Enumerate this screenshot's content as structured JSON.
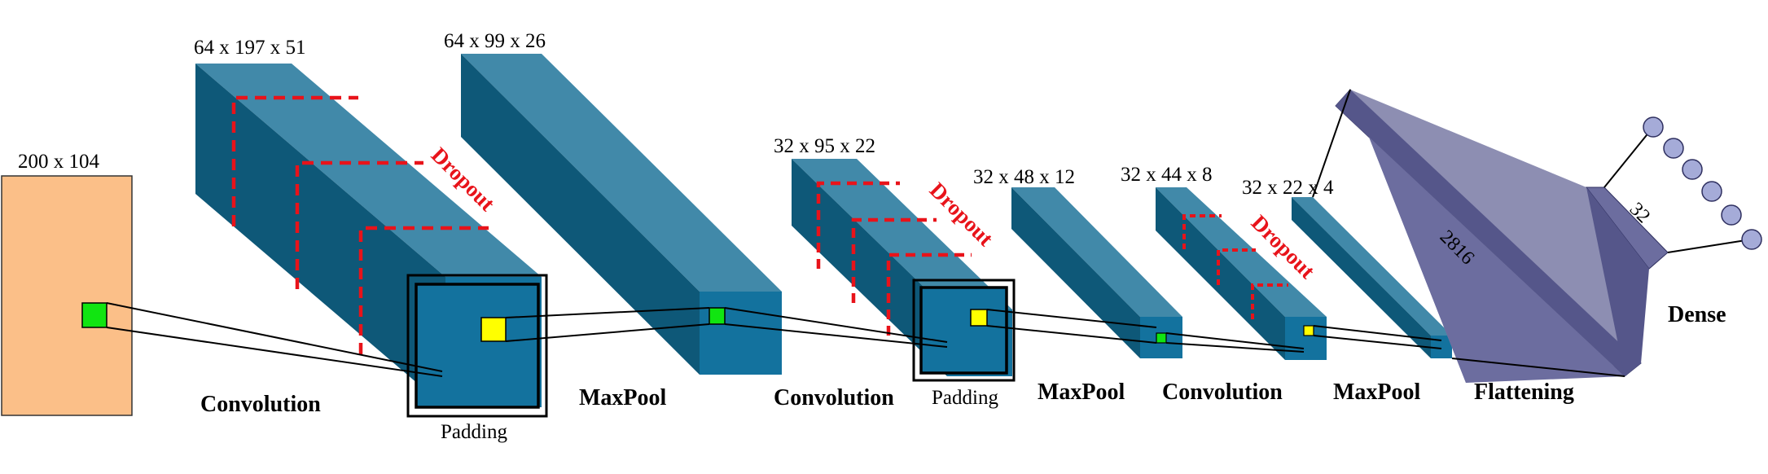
{
  "input": {
    "dims": "200 x 104"
  },
  "conv1": {
    "dims": "64 x 197 x 51",
    "label": "Convolution",
    "padding": "Padding",
    "dropout": "Dropout"
  },
  "pool1": {
    "dims": "64 x 99 x 26",
    "label": "MaxPool"
  },
  "conv2": {
    "dims": "32 x 95 x 22",
    "label": "Convolution",
    "padding": "Padding",
    "dropout": "Dropout"
  },
  "pool2": {
    "dims": "32 x 48 x 12",
    "label": "MaxPool"
  },
  "conv3": {
    "dims": "32 x 44 x 8",
    "label": "Convolution",
    "dropout": "Dropout"
  },
  "pool3": {
    "dims": "32 x 22 x 4",
    "label": "MaxPool"
  },
  "flatten": {
    "label": "Flattening",
    "size": "2816"
  },
  "dense": {
    "label": "Dense",
    "size": "32"
  },
  "colors": {
    "input_fill": "#fbbf88",
    "front": "#13729e",
    "top": "#4189a9",
    "side": "#0e5878",
    "dropout": "#e8131a",
    "kernel_green": "#11e511",
    "kernel_yellow": "#ffff00",
    "dense_light": "#8d8eb2",
    "dense_mid": "#6c6d9f",
    "dense_dark": "#55568a",
    "neuron": "#a5abd8"
  }
}
